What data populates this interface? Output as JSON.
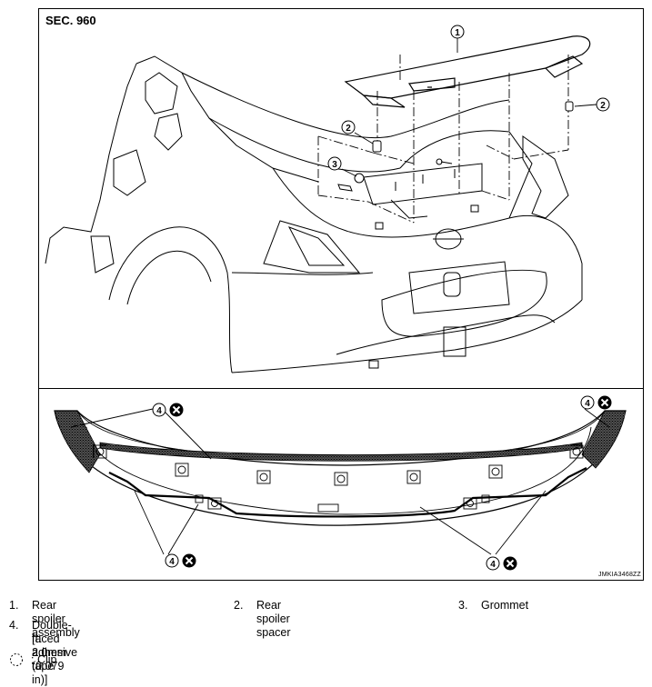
{
  "section_label": "SEC. 960",
  "diagram_code": "JMKIA3468ZZ",
  "callouts": {
    "c1": "1",
    "c2a": "2",
    "c2b": "2",
    "c3": "3",
    "c4a": "4",
    "c4b": "4",
    "c4c": "4",
    "c4d": "4"
  },
  "legend": {
    "items": [
      {
        "num": "1.",
        "text": "Rear spoiler assembly"
      },
      {
        "num": "2.",
        "text": "Rear spoiler spacer"
      },
      {
        "num": "3.",
        "text": "Grommet"
      },
      {
        "num": "4.",
        "text": "Double-faced adhesive tape"
      }
    ],
    "item4_detail": "[t: 2.0mm (0.079 in)]",
    "clip_label": ": Clip"
  }
}
